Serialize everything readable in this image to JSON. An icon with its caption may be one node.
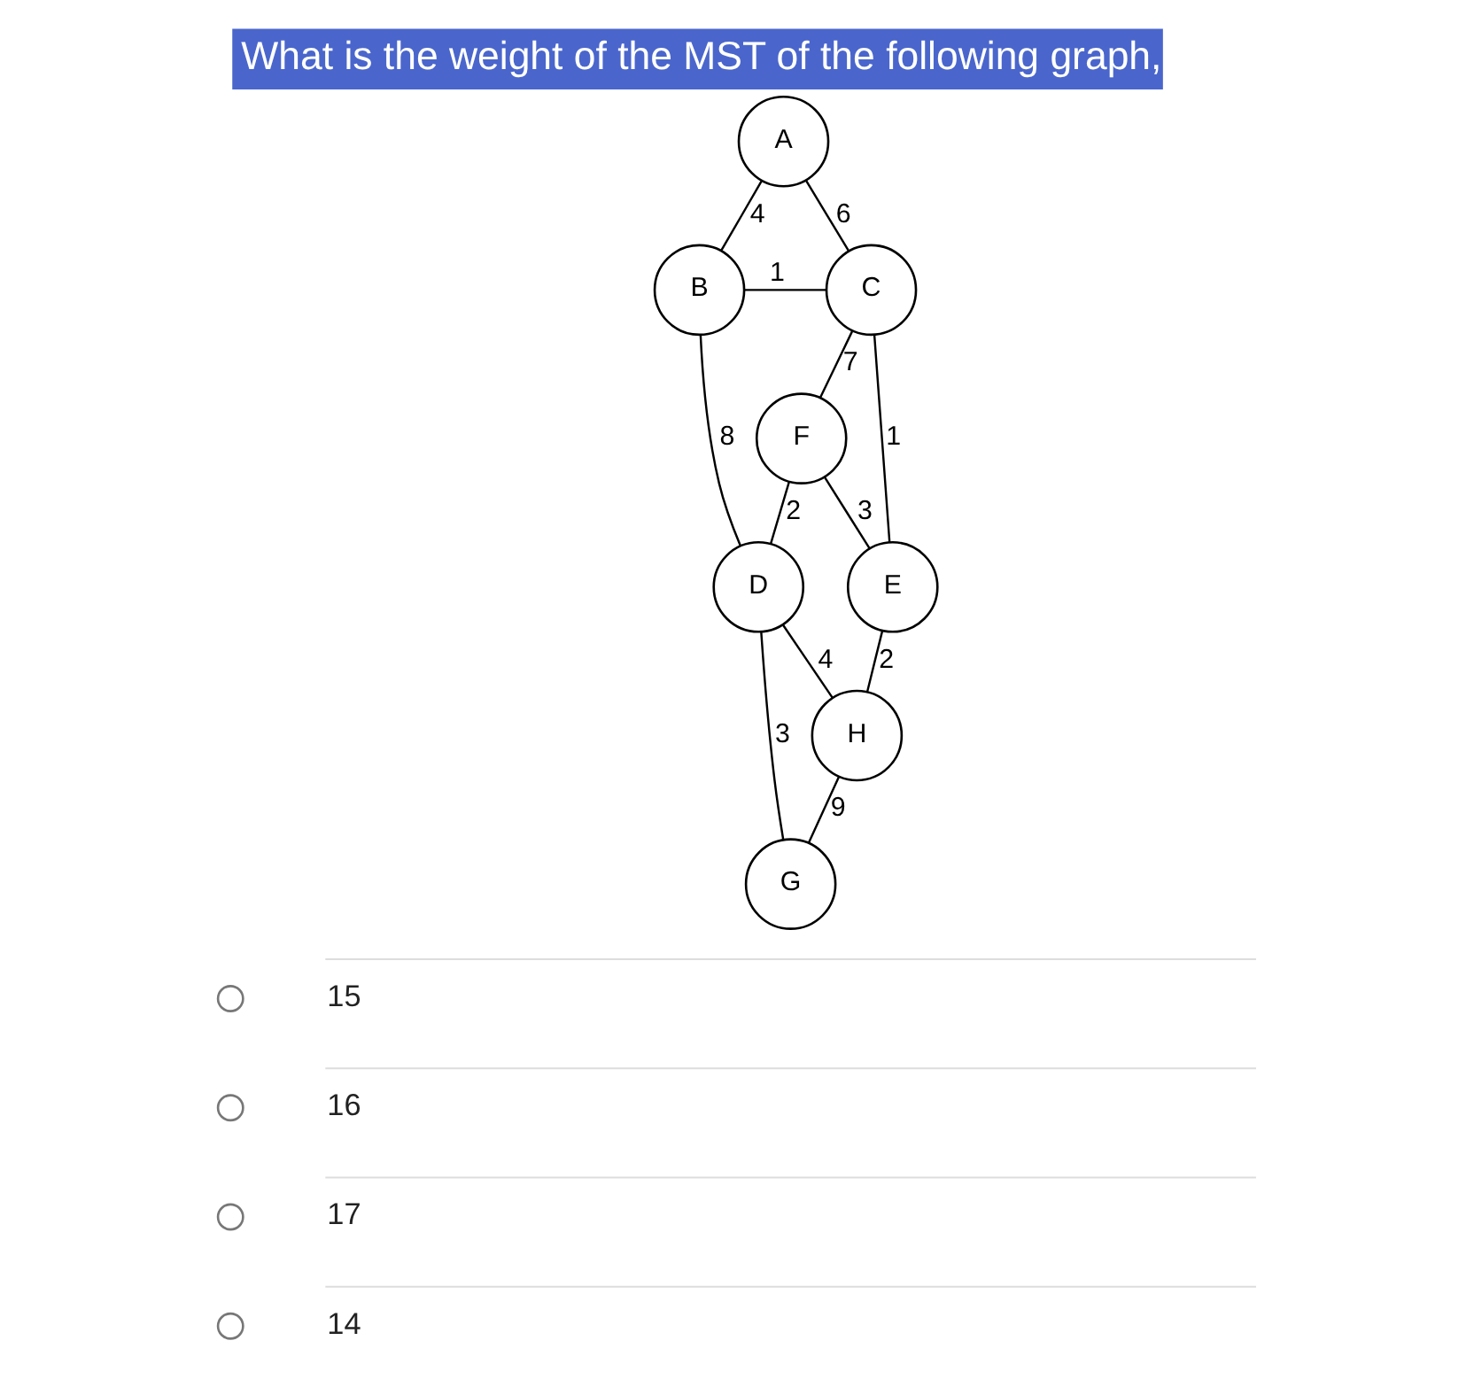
{
  "diagram": {
    "title": "What is the weight of the MST of the following graph,",
    "nodes": [
      {
        "text": [
          "A"
        ]
      },
      {
        "text": [
          "B"
        ]
      },
      {
        "text": [
          "C"
        ]
      },
      {
        "text": [
          "F"
        ]
      },
      {
        "text": [
          "D"
        ]
      },
      {
        "text": [
          "E"
        ]
      },
      {
        "text": [
          "H"
        ]
      },
      {
        "text": [
          "G"
        ]
      },
      {
        "text": [],
        "shape": "circle",
        "beside": [
          "15"
        ]
      },
      {
        "text": [],
        "shape": "circle",
        "beside": [
          "16"
        ]
      },
      {
        "text": [],
        "shape": "circle",
        "beside": [
          "17"
        ]
      },
      {
        "text": [],
        "shape": "circle",
        "beside": [
          "14"
        ]
      }
    ],
    "edges": [
      {
        "from": 0,
        "to": 1,
        "arrow": "none",
        "label": "4"
      },
      {
        "from": 0,
        "to": 2,
        "arrow": "none",
        "label": "6"
      },
      {
        "from": 1,
        "to": 2,
        "arrow": "none",
        "label": "1"
      },
      {
        "from": 1,
        "to": 4,
        "arrow": "none",
        "label": "8"
      },
      {
        "from": 2,
        "to": 3,
        "arrow": "none",
        "label": "7"
      },
      {
        "from": 2,
        "to": 5,
        "arrow": "none",
        "label": "1"
      },
      {
        "from": 3,
        "to": 4,
        "arrow": "none",
        "label": "2"
      },
      {
        "from": 3,
        "to": 5,
        "arrow": "none",
        "label": "3"
      },
      {
        "from": 4,
        "to": 6,
        "arrow": "none",
        "label": "4"
      },
      {
        "from": 5,
        "to": 6,
        "arrow": "none",
        "label": "2"
      },
      {
        "from": 4,
        "to": 7,
        "arrow": "none",
        "label": "3"
      },
      {
        "from": 6,
        "to": 7,
        "arrow": "none",
        "label": "9"
      }
    ]
  }
}
